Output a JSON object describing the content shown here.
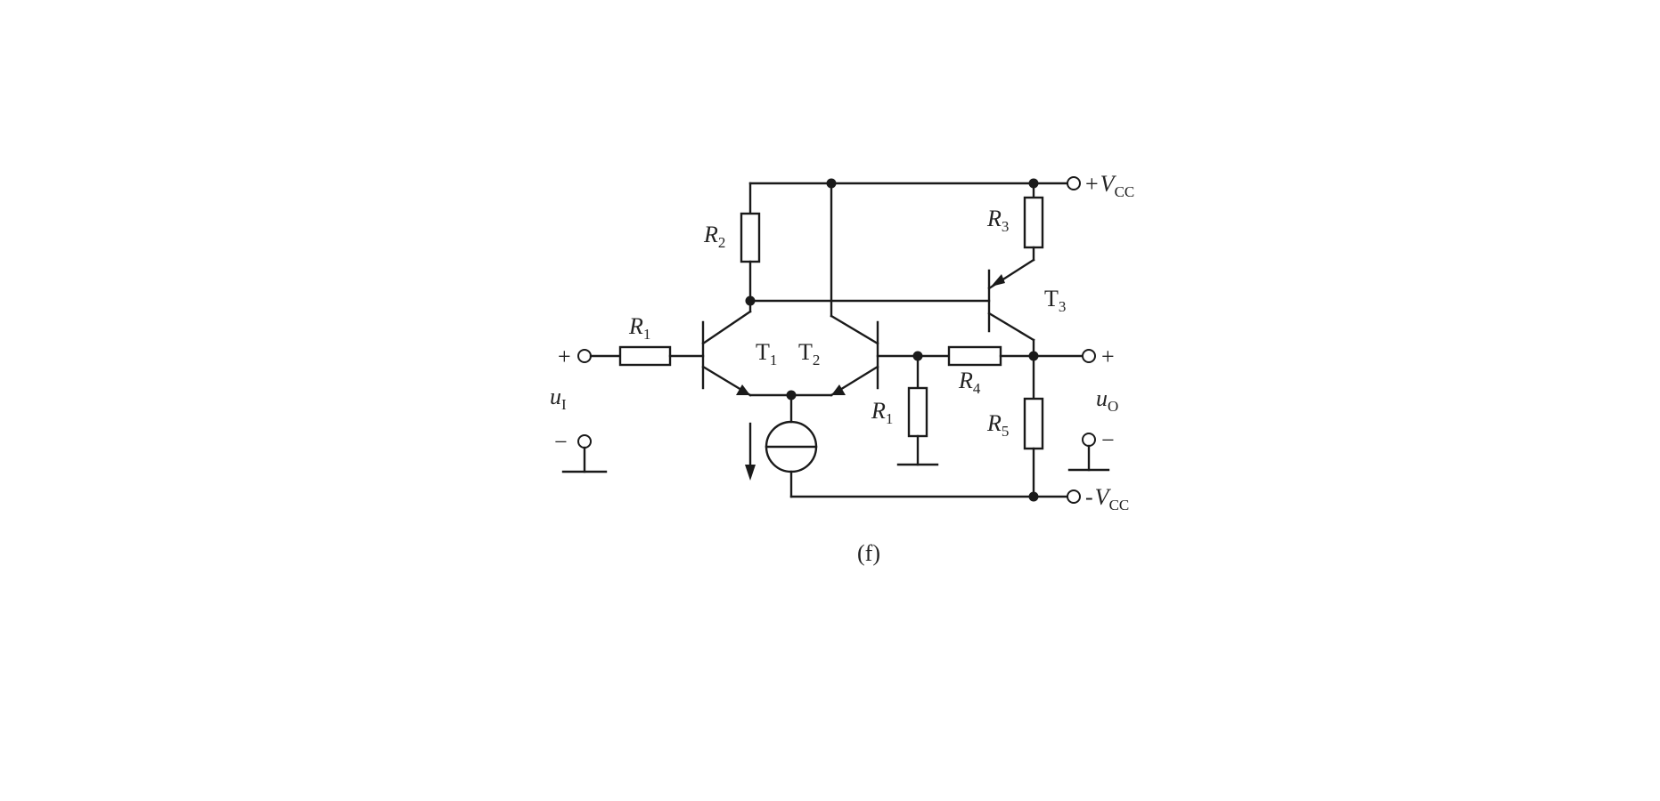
{
  "labels": {
    "vcc_pos": {
      "sign": "+",
      "sym": "V",
      "sub": "CC"
    },
    "vcc_neg": {
      "sign": "-",
      "sym": "V",
      "sub": "CC"
    },
    "r1_in": {
      "sym": "R",
      "sub": "1"
    },
    "r1_gnd": {
      "sym": "R",
      "sub": "1"
    },
    "r2": {
      "sym": "R",
      "sub": "2"
    },
    "r3": {
      "sym": "R",
      "sub": "3"
    },
    "r4": {
      "sym": "R",
      "sub": "4"
    },
    "r5": {
      "sym": "R",
      "sub": "5"
    },
    "t1": {
      "sym": "T",
      "sub": "1"
    },
    "t2": {
      "sym": "T",
      "sub": "2"
    },
    "t3": {
      "sym": "T",
      "sub": "3"
    },
    "ui": {
      "sym": "u",
      "sub": "I"
    },
    "uo": {
      "sym": "u",
      "sub": "O"
    },
    "in_plus": "+",
    "in_minus": "−",
    "out_plus": "+",
    "out_minus": "−",
    "caption": "(f)"
  }
}
